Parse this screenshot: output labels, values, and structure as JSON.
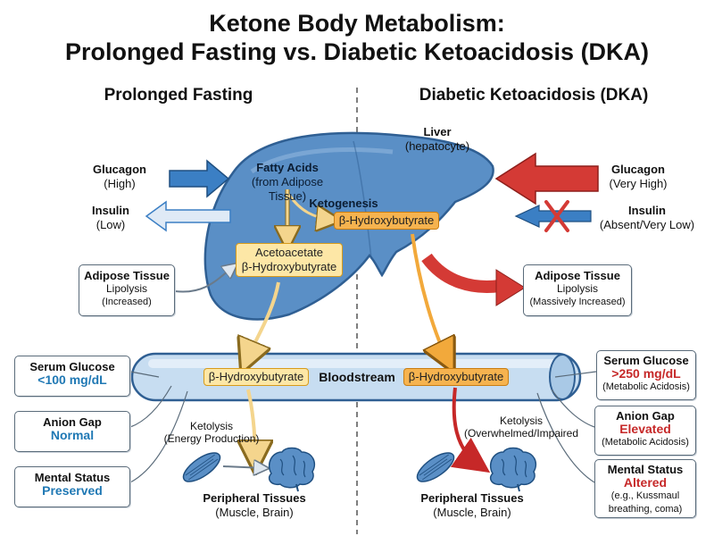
{
  "title": {
    "line1": "Ketone Body Metabolism:",
    "line2": "Prolonged Fasting vs. Diabetic Ketoacidosis (DKA)"
  },
  "left": {
    "heading": "Prolonged Fasting",
    "glucagon": {
      "label": "Glucagon",
      "value": "(High)"
    },
    "insulin": {
      "label": "Insulin",
      "value": "(Low)"
    },
    "adipose": {
      "title": "Adipose Tissue",
      "line1": "Lipolysis",
      "line2": "(Increased)"
    },
    "bhb": "β-Hydroxybutyrate",
    "ketolysis": {
      "line1": "Ketolysis",
      "line2": "(Energy Production)"
    },
    "tissues": {
      "title": "Peripheral Tissues",
      "sub": "(Muscle, Brain)"
    }
  },
  "right": {
    "heading": "Diabetic Ketoacidosis (DKA)",
    "glucagon": {
      "label": "Glucagon",
      "value": "(Very High)"
    },
    "insulin": {
      "label": "Insulin",
      "value": "(Absent/Very Low)"
    },
    "adipose": {
      "title": "Adipose Tissue",
      "line1": "Lipolysis",
      "line2": "(Massively Increased)"
    },
    "bhb": "β-Hydroxybutyrate",
    "ketolysis": {
      "line1": "Ketolysis",
      "line2": "(Overwhelmed/Impaired"
    },
    "tissues": {
      "title": "Peripheral Tissues",
      "sub": "(Muscle, Brain)"
    }
  },
  "liver": {
    "title": "Liver",
    "sub": "(hepatocyte)",
    "fatty_acids": "Fatty Acids",
    "fatty_acids_src": "(from Adipose Tissue)",
    "ketogenesis": "Ketogenesis",
    "bhb": "β-Hydroxybutyrate",
    "ketones_line1": "Acetoacetate",
    "ketones_line2": "β-Hydroxybutyrate"
  },
  "bloodstream": "Bloodstream",
  "left_boxes": {
    "glucose": {
      "title": "Serum Glucose",
      "value": "<100 mg/dL"
    },
    "anion": {
      "title": "Anion Gap",
      "value": "Normal"
    },
    "mental": {
      "title": "Mental Status",
      "value": "Preserved"
    }
  },
  "right_boxes": {
    "glucose": {
      "title": "Serum Glucose",
      "value": ">250 mg/dL",
      "note": "(Metabolic Acidosis)"
    },
    "anion": {
      "title": "Anion Gap",
      "value": "Elevated",
      "note": "(Metabolic Acidosis)"
    },
    "mental": {
      "title": "Mental Status",
      "value": "Altered",
      "note1": "(e.g., Kussmaul",
      "note2": "breathing, coma)"
    }
  },
  "colors": {
    "liver": "#5a8fc6",
    "blue_arrow": "#3b7fc4",
    "red_arrow": "#d43a35",
    "orange": "#f6b34f",
    "yellow": "#fde7a6"
  },
  "icons": [
    "muscle-icon",
    "brain-icon",
    "inhibition-x-icon"
  ]
}
